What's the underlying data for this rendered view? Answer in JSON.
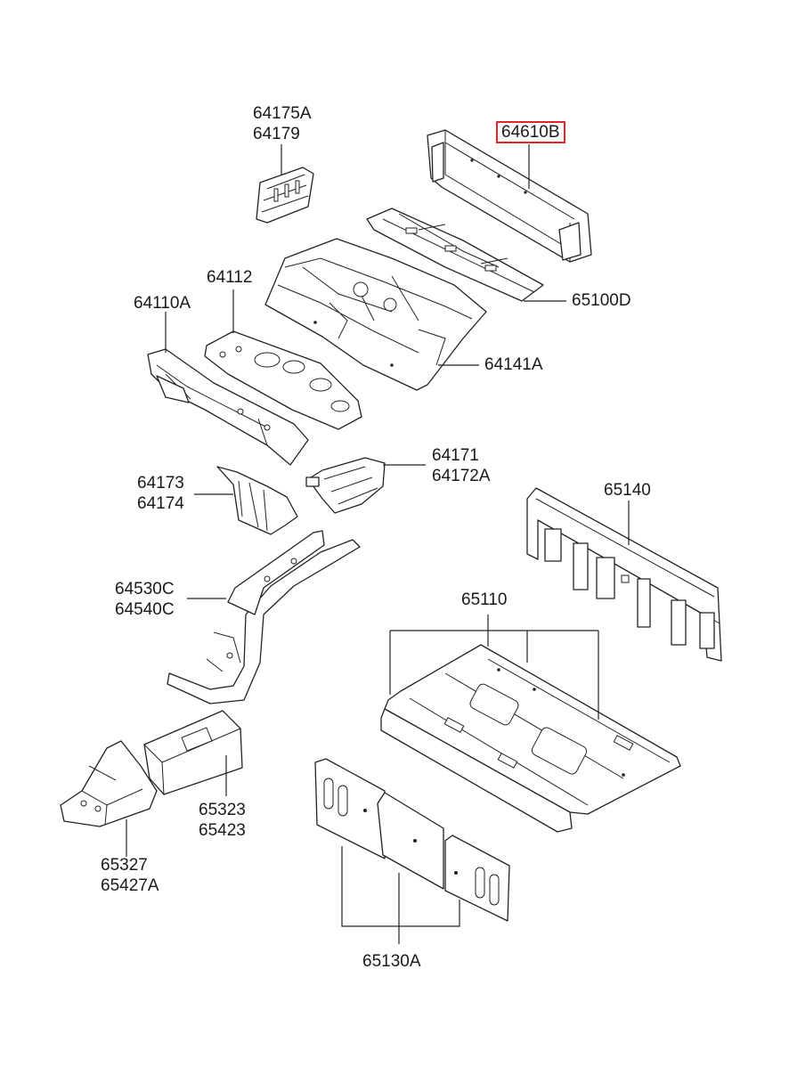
{
  "highlight_color": "#e3242b",
  "labels": {
    "p64175A": "64175A",
    "p64179": "64179",
    "p64610B": "64610B",
    "p64112": "64112",
    "p64110A": "64110A",
    "p65100D": "65100D",
    "p64141A": "64141A",
    "p64171": "64171",
    "p64172A": "64172A",
    "p64173": "64173",
    "p64174": "64174",
    "p65140": "65140",
    "p64530C": "64530C",
    "p64540C": "64540C",
    "p65110": "65110",
    "p65323": "65323",
    "p65423": "65423",
    "p65327": "65327",
    "p65427A": "65427A",
    "p65130A": "65130A"
  }
}
